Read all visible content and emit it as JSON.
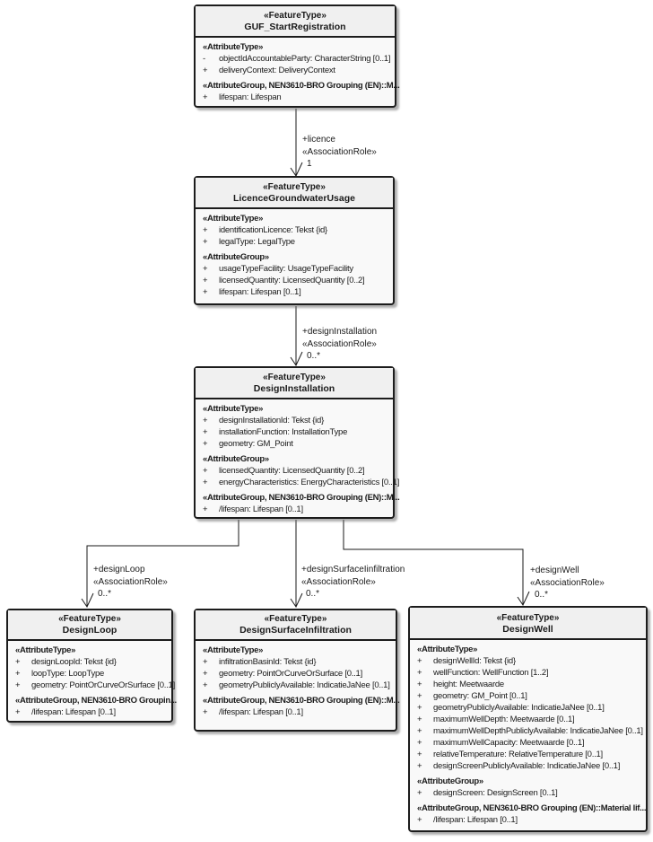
{
  "diagram": {
    "colors": {
      "background": "#ffffff",
      "box_fill": "#f9f9f9",
      "header_fill": "#f0f0f0",
      "box_border": "#1c1c1c",
      "shadow": "#6e6e6e",
      "text": "#1a1a1a"
    }
  },
  "classes": [
    {
      "stereotype": "«FeatureType»",
      "name": "GUF_StartRegistration",
      "sections": [
        {
          "heading": "«AttributeType»",
          "rows": [
            {
              "vis": "-",
              "text": "objectIdAccountableParty: CharacterString [0..1]"
            },
            {
              "vis": "+",
              "text": "deliveryContext: DeliveryContext"
            }
          ]
        },
        {
          "heading": "«AttributeGroup, NEN3610-BRO Grouping (EN)::M...",
          "rows": [
            {
              "vis": "+",
              "text": "lifespan: Lifespan"
            }
          ]
        }
      ]
    },
    {
      "stereotype": "«FeatureType»",
      "name": "LicenceGroundwaterUsage",
      "sections": [
        {
          "heading": "«AttributeType»",
          "rows": [
            {
              "vis": "+",
              "text": "identificationLicence: Tekst {id}"
            },
            {
              "vis": "+",
              "text": "legalType: LegalType"
            }
          ]
        },
        {
          "heading": "«AttributeGroup»",
          "rows": [
            {
              "vis": "+",
              "text": "usageTypeFacility: UsageTypeFacility"
            },
            {
              "vis": "+",
              "text": "licensedQuantity: LicensedQuantity [0..2]"
            },
            {
              "vis": "+",
              "text": "lifespan: Lifespan [0..1]"
            }
          ]
        }
      ]
    },
    {
      "stereotype": "«FeatureType»",
      "name": "DesignInstallation",
      "sections": [
        {
          "heading": "«AttributeType»",
          "rows": [
            {
              "vis": "+",
              "text": "designInstallationId: Tekst {id}"
            },
            {
              "vis": "+",
              "text": "installationFunction: InstallationType"
            },
            {
              "vis": "+",
              "text": "geometry: GM_Point"
            }
          ]
        },
        {
          "heading": "«AttributeGroup»",
          "rows": [
            {
              "vis": "+",
              "text": "licensedQuantity: LicensedQuantity [0..2]"
            },
            {
              "vis": "+",
              "text": "energyCharacteristics: EnergyCharacteristics [0..1]"
            }
          ]
        },
        {
          "heading": "«AttributeGroup, NEN3610-BRO Grouping (EN)::M...",
          "rows": [
            {
              "vis": "+",
              "text": "/lifespan: Lifespan [0..1]"
            }
          ]
        }
      ]
    },
    {
      "stereotype": "«FeatureType»",
      "name": "DesignLoop",
      "sections": [
        {
          "heading": "«AttributeType»",
          "rows": [
            {
              "vis": "+",
              "text": "designLoopId: Tekst {id}"
            },
            {
              "vis": "+",
              "text": "loopType: LoopType"
            },
            {
              "vis": "+",
              "text": "geometry: PointOrCurveOrSurface [0..1]"
            }
          ]
        },
        {
          "heading": "«AttributeGroup, NEN3610-BRO Groupin...",
          "rows": [
            {
              "vis": "+",
              "text": "/lifespan: Lifespan [0..1]"
            }
          ]
        }
      ]
    },
    {
      "stereotype": "«FeatureType»",
      "name": "DesignSurfaceInfiltration",
      "sections": [
        {
          "heading": "«AttributeType»",
          "rows": [
            {
              "vis": "+",
              "text": "infiltrationBasinId: Tekst {id}"
            },
            {
              "vis": "+",
              "text": "geometry: PointOrCurveOrSurface [0..1]"
            },
            {
              "vis": "+",
              "text": "geometryPubliclyAvailable: IndicatieJaNee [0..1]"
            }
          ]
        },
        {
          "heading": "«AttributeGroup, NEN3610-BRO Grouping (EN)::M...",
          "rows": [
            {
              "vis": "+",
              "text": "/lifespan: Lifespan [0..1]"
            }
          ]
        }
      ]
    },
    {
      "stereotype": "«FeatureType»",
      "name": "DesignWell",
      "sections": [
        {
          "heading": "«AttributeType»",
          "rows": [
            {
              "vis": "+",
              "text": "designWellId: Tekst {id}"
            },
            {
              "vis": "+",
              "text": "wellFunction: WellFunction [1..2]"
            },
            {
              "vis": "+",
              "text": "height: Meetwaarde"
            },
            {
              "vis": "+",
              "text": "geometry: GM_Point [0..1]"
            },
            {
              "vis": "+",
              "text": "geometryPubliclyAvailable: IndicatieJaNee [0..1]"
            },
            {
              "vis": "+",
              "text": "maximumWellDepth: Meetwaarde [0..1]"
            },
            {
              "vis": "+",
              "text": "maximumWellDepthPubliclyAvailable: IndicatieJaNee [0..1]"
            },
            {
              "vis": "+",
              "text": "maximumWellCapacity: Meetwaarde [0..1]"
            },
            {
              "vis": "+",
              "text": "relativeTemperature: RelativeTemperature [0..1]"
            },
            {
              "vis": "+",
              "text": "designScreenPubliclyAvailable: IndicatieJaNee [0..1]"
            }
          ]
        },
        {
          "heading": "«AttributeGroup»",
          "rows": [
            {
              "vis": "+",
              "text": "designScreen: DesignScreen [0..1]"
            }
          ]
        },
        {
          "heading": "«AttributeGroup, NEN3610-BRO Grouping (EN)::Material lif...",
          "rows": [
            {
              "vis": "+",
              "text": "/lifespan: Lifespan [0..1]"
            }
          ]
        }
      ]
    }
  ],
  "connectors": [
    {
      "role": "+licence",
      "stereotype": "«AssociationRole»",
      "multiplicity": "1"
    },
    {
      "role": "+designInstallation",
      "stereotype": "«AssociationRole»",
      "multiplicity": "0..*"
    },
    {
      "role": "+designLoop",
      "stereotype": "«AssociationRole»",
      "multiplicity": "0..*"
    },
    {
      "role": "+designSurfaceIinfiltration",
      "stereotype": "«AssociationRole»",
      "multiplicity": "0..*"
    },
    {
      "role": "+designWell",
      "stereotype": "«AssociationRole»",
      "multiplicity": "0..*"
    }
  ]
}
